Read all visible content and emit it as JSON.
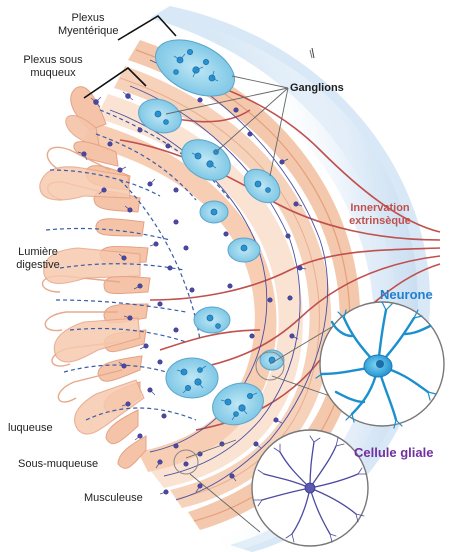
{
  "labels": {
    "plexus_myenterique_line1": "Plexus",
    "plexus_myenterique_line2": "Myentérique",
    "plexus_sous_muqueux_line1": "Plexus sous",
    "plexus_sous_muqueux_line2": "muqueux",
    "ganglions": "Ganglions",
    "innervation_line1": "Innervation",
    "innervation_line2": "extrinsèque",
    "neurone": "Neurone",
    "lumiere_line1": "Lumière",
    "lumiere_line2": "digestive",
    "muqueuse": "luqueuse",
    "sous_muqueuse": "Sous-muqueuse",
    "musculeuse": "Musculeuse",
    "cellule_gliale": "Cellule gliale"
  },
  "colors": {
    "extrinsic_nerve": "#c0504d",
    "neurone_label": "#1f7fd0",
    "glia_label": "#7030a0",
    "neuron_body": "#3ab0e2",
    "glia_cell": "#4b4aa0",
    "tissue_pink": "#f3c0a6",
    "tissue_light": "#fbe4d3",
    "serosa_blue": "#dcebf7"
  }
}
